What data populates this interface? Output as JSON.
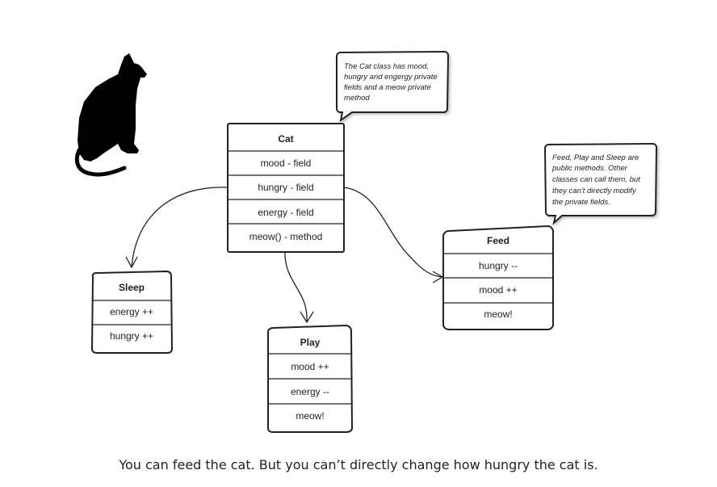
{
  "cat_box": {
    "title": "Cat",
    "rows": [
      "mood - field",
      "hungry - field",
      "energy - field",
      "meow() - method"
    ]
  },
  "sleep_box": {
    "title": "Sleep",
    "rows": [
      "energy ++",
      "hungry ++"
    ]
  },
  "play_box": {
    "title": "Play",
    "rows": [
      "mood ++",
      "energy --",
      "meow!"
    ]
  },
  "feed_box": {
    "title": "Feed",
    "rows": [
      "hungry --",
      "mood ++",
      "meow!"
    ]
  },
  "note_cat": {
    "lines": [
      "The Cat class has mood,",
      "hungry and engergy private",
      "fields and a meow private",
      "method"
    ]
  },
  "note_feed": {
    "lines": [
      "Feed, Play and Sleep are",
      "public methods. Other",
      "classes can call them, but",
      "they can't directly modify",
      "the private fields."
    ]
  },
  "caption": "You can feed the cat. But you can’t directly change how hungry the cat is.",
  "colors": {
    "stroke": "#222222",
    "cat_silhouette": "#000000",
    "background": "#ffffff"
  }
}
